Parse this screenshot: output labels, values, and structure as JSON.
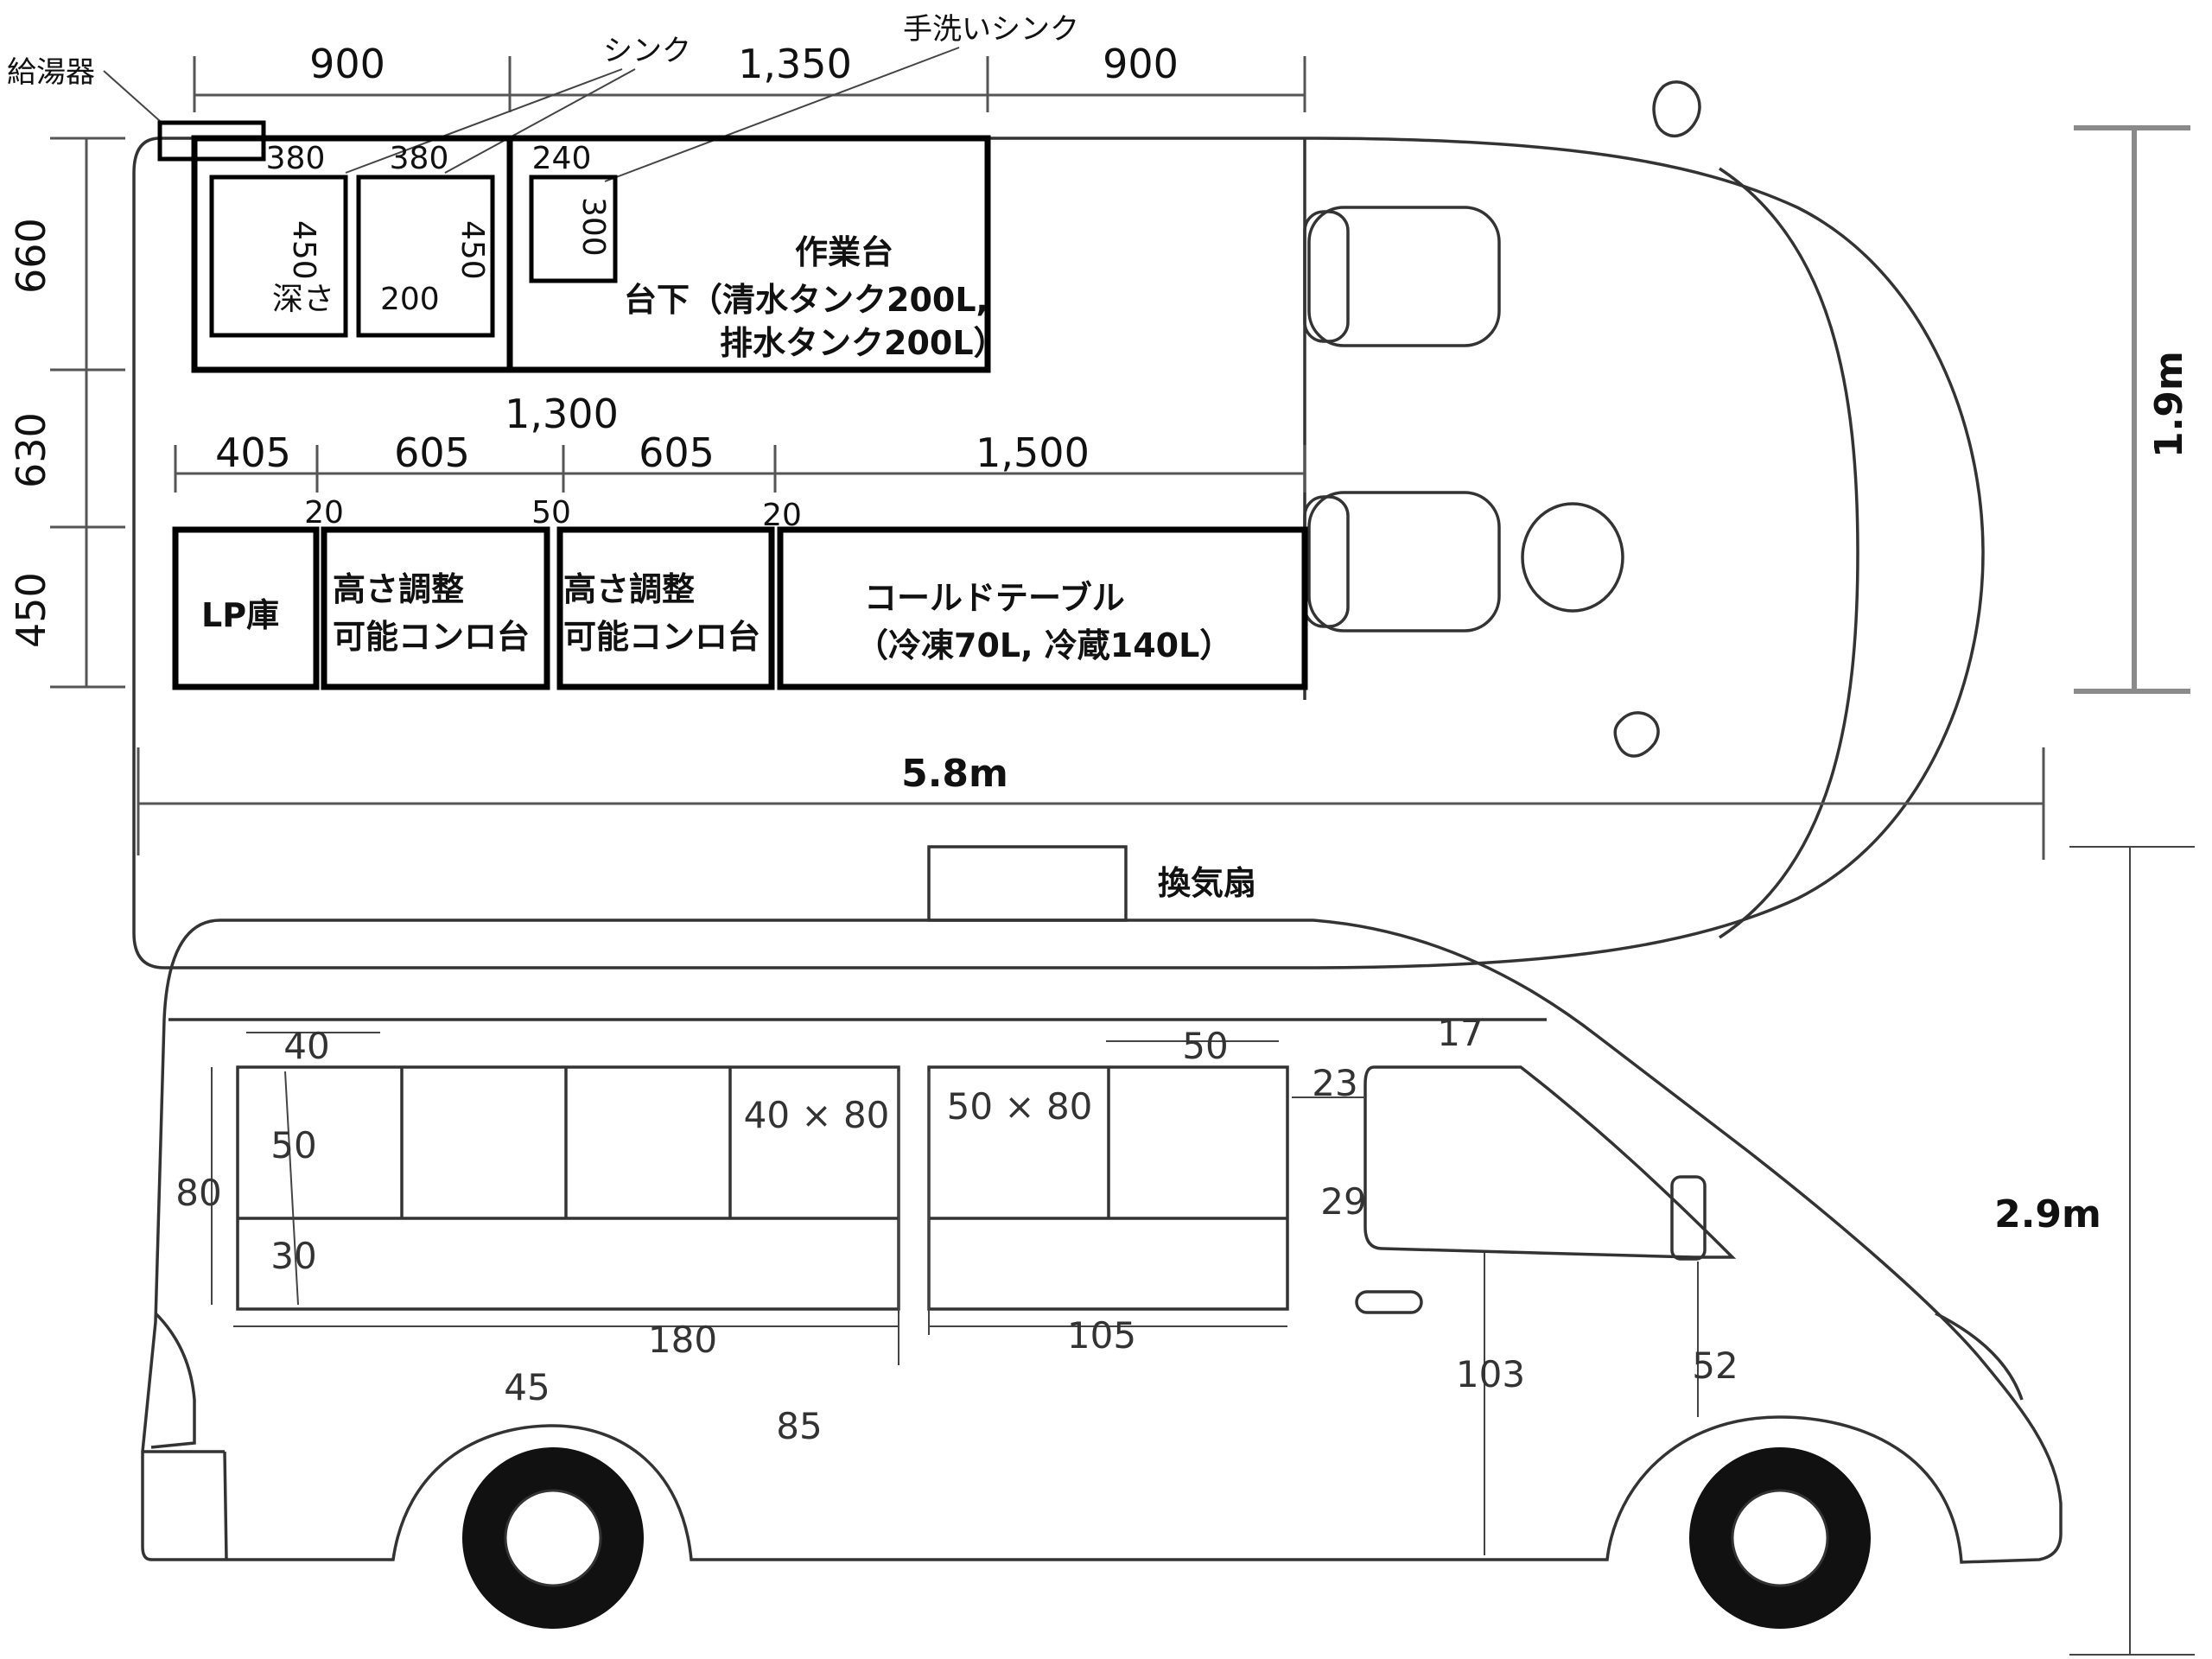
{
  "top_view": {
    "top_dims": [
      "900",
      "1,350",
      "900"
    ],
    "callouts": {
      "water_heater": "給湯器",
      "sink": "シンク",
      "hand_sink": "手洗いシンク"
    },
    "sink1": {
      "width": "380",
      "depth_value": "450",
      "depth_label": "深さ"
    },
    "sink2": {
      "width": "380",
      "depth_value": "450",
      "bottom": "200"
    },
    "hand_sink": {
      "width": "240",
      "depth": "300"
    },
    "workbench": {
      "title": "作業台",
      "line1": "台下（清水タンク200L,",
      "line2": "排水タンク200L）"
    },
    "left_dims": [
      "660",
      "630",
      "450"
    ],
    "middle_total": "1,300",
    "bottom_dims": [
      "405",
      "605",
      "605",
      "1,500"
    ],
    "gaps": [
      "20",
      "50",
      "20"
    ],
    "lp_storage": "LP庫",
    "stove1": {
      "line1": "高さ調整",
      "line2": "可能コンロ台"
    },
    "stove2": {
      "line1": "高さ調整",
      "line2": "可能コンロ台"
    },
    "cold_table": {
      "line1": "コールドテーブル",
      "line2": "（冷凍70L, 冷蔵140L）"
    },
    "width": "1.9m",
    "length": "5.8m"
  },
  "side_view": {
    "vent_fan": "換気扇",
    "height": "2.9m",
    "labels": {
      "top_rail": "40",
      "window_height": "50",
      "lower_panel": "30",
      "total_height": "80",
      "rear_window_size": "40 × 80",
      "front_window_size": "50 × 80",
      "front_rail": "50",
      "roof_gap": "17",
      "cab_upper": "23",
      "cab_middle": "29",
      "rear_span": "180",
      "front_span": "105",
      "ground_gap": "45",
      "floor_height": "85",
      "cab_floor": "103",
      "hood_height": "52"
    }
  }
}
